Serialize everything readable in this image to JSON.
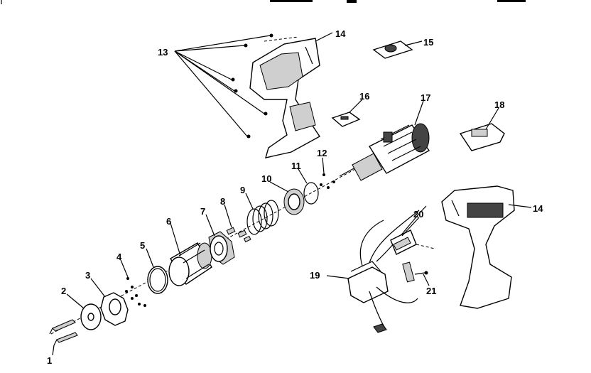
{
  "callouts": {
    "c1": "1",
    "c2": "2",
    "c3": "3",
    "c4": "4",
    "c5": "5",
    "c6": "6",
    "c7": "7",
    "c8": "8",
    "c9": "9",
    "c10": "10",
    "c11": "11",
    "c12": "12",
    "c13": "13",
    "c14a": "14",
    "c14b": "14",
    "c15": "15",
    "c16": "16",
    "c17": "17",
    "c18": "18",
    "c19": "19",
    "c20": "20",
    "c21": "21"
  }
}
